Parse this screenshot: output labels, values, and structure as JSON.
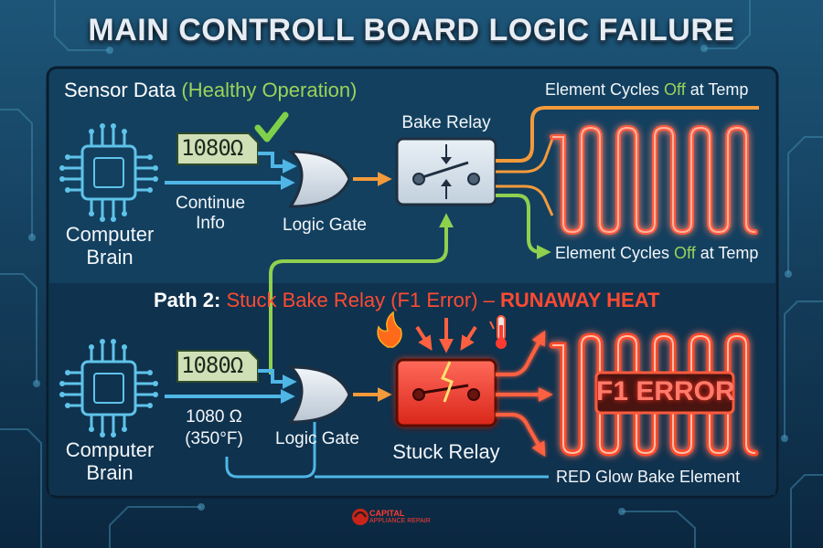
{
  "diagram": {
    "title": "MAIN CONTROLL BOARD LOGIC FAILURE",
    "sensor_heading": {
      "prefix": "Sensor Data ",
      "highlight": "(Healthy Operation)"
    },
    "top_path": {
      "brain_label": "Computer Brain",
      "readout": "1080Ω",
      "info_label": "Continue Info",
      "gate_label": "Logic Gate",
      "relay_label": "Bake Relay",
      "element_status_top": {
        "pre": "Element Cycles ",
        "off": "Off",
        "post": " at Temp"
      },
      "element_status_bottom": {
        "pre": "Element Cycles ",
        "off": "Off",
        "post": " at Temp"
      }
    },
    "path2_heading": {
      "prefix": "Path 2: ",
      "desc": "Stuck Bake Relay (F1 Error) – ",
      "emph": "RUNAWAY HEAT"
    },
    "bottom_path": {
      "brain_label": "Computer Brain",
      "readout": "1080Ω",
      "resistance": "1080 Ω",
      "temp": "(350°F)",
      "gate_label": "Logic Gate",
      "relay_label": "Stuck Relay",
      "error_badge": "F1 ERROR",
      "element_label": "RED Glow Bake Element"
    },
    "brand": {
      "line1": "CAPITAL",
      "line2": "APPLIANCE REPAIR"
    }
  },
  "colors": {
    "background": "#0c2a44",
    "panel": "#123b5c",
    "healthy_green": "#9bd35a",
    "arrow_orange": "#f39a3a",
    "signal_blue": "#4fb6e6",
    "error_red": "#ff3b30",
    "relay_panel": "#d5e1ec",
    "readout_panel": "#cfe0b7"
  },
  "icons": [
    "microchip-icon",
    "check-mark-icon",
    "or-gate-icon",
    "relay-switch-icon",
    "heating-element-icon",
    "flame-icon",
    "thermometer-icon",
    "heat-arrow-icon",
    "crack-icon",
    "brand-logo-icon"
  ]
}
